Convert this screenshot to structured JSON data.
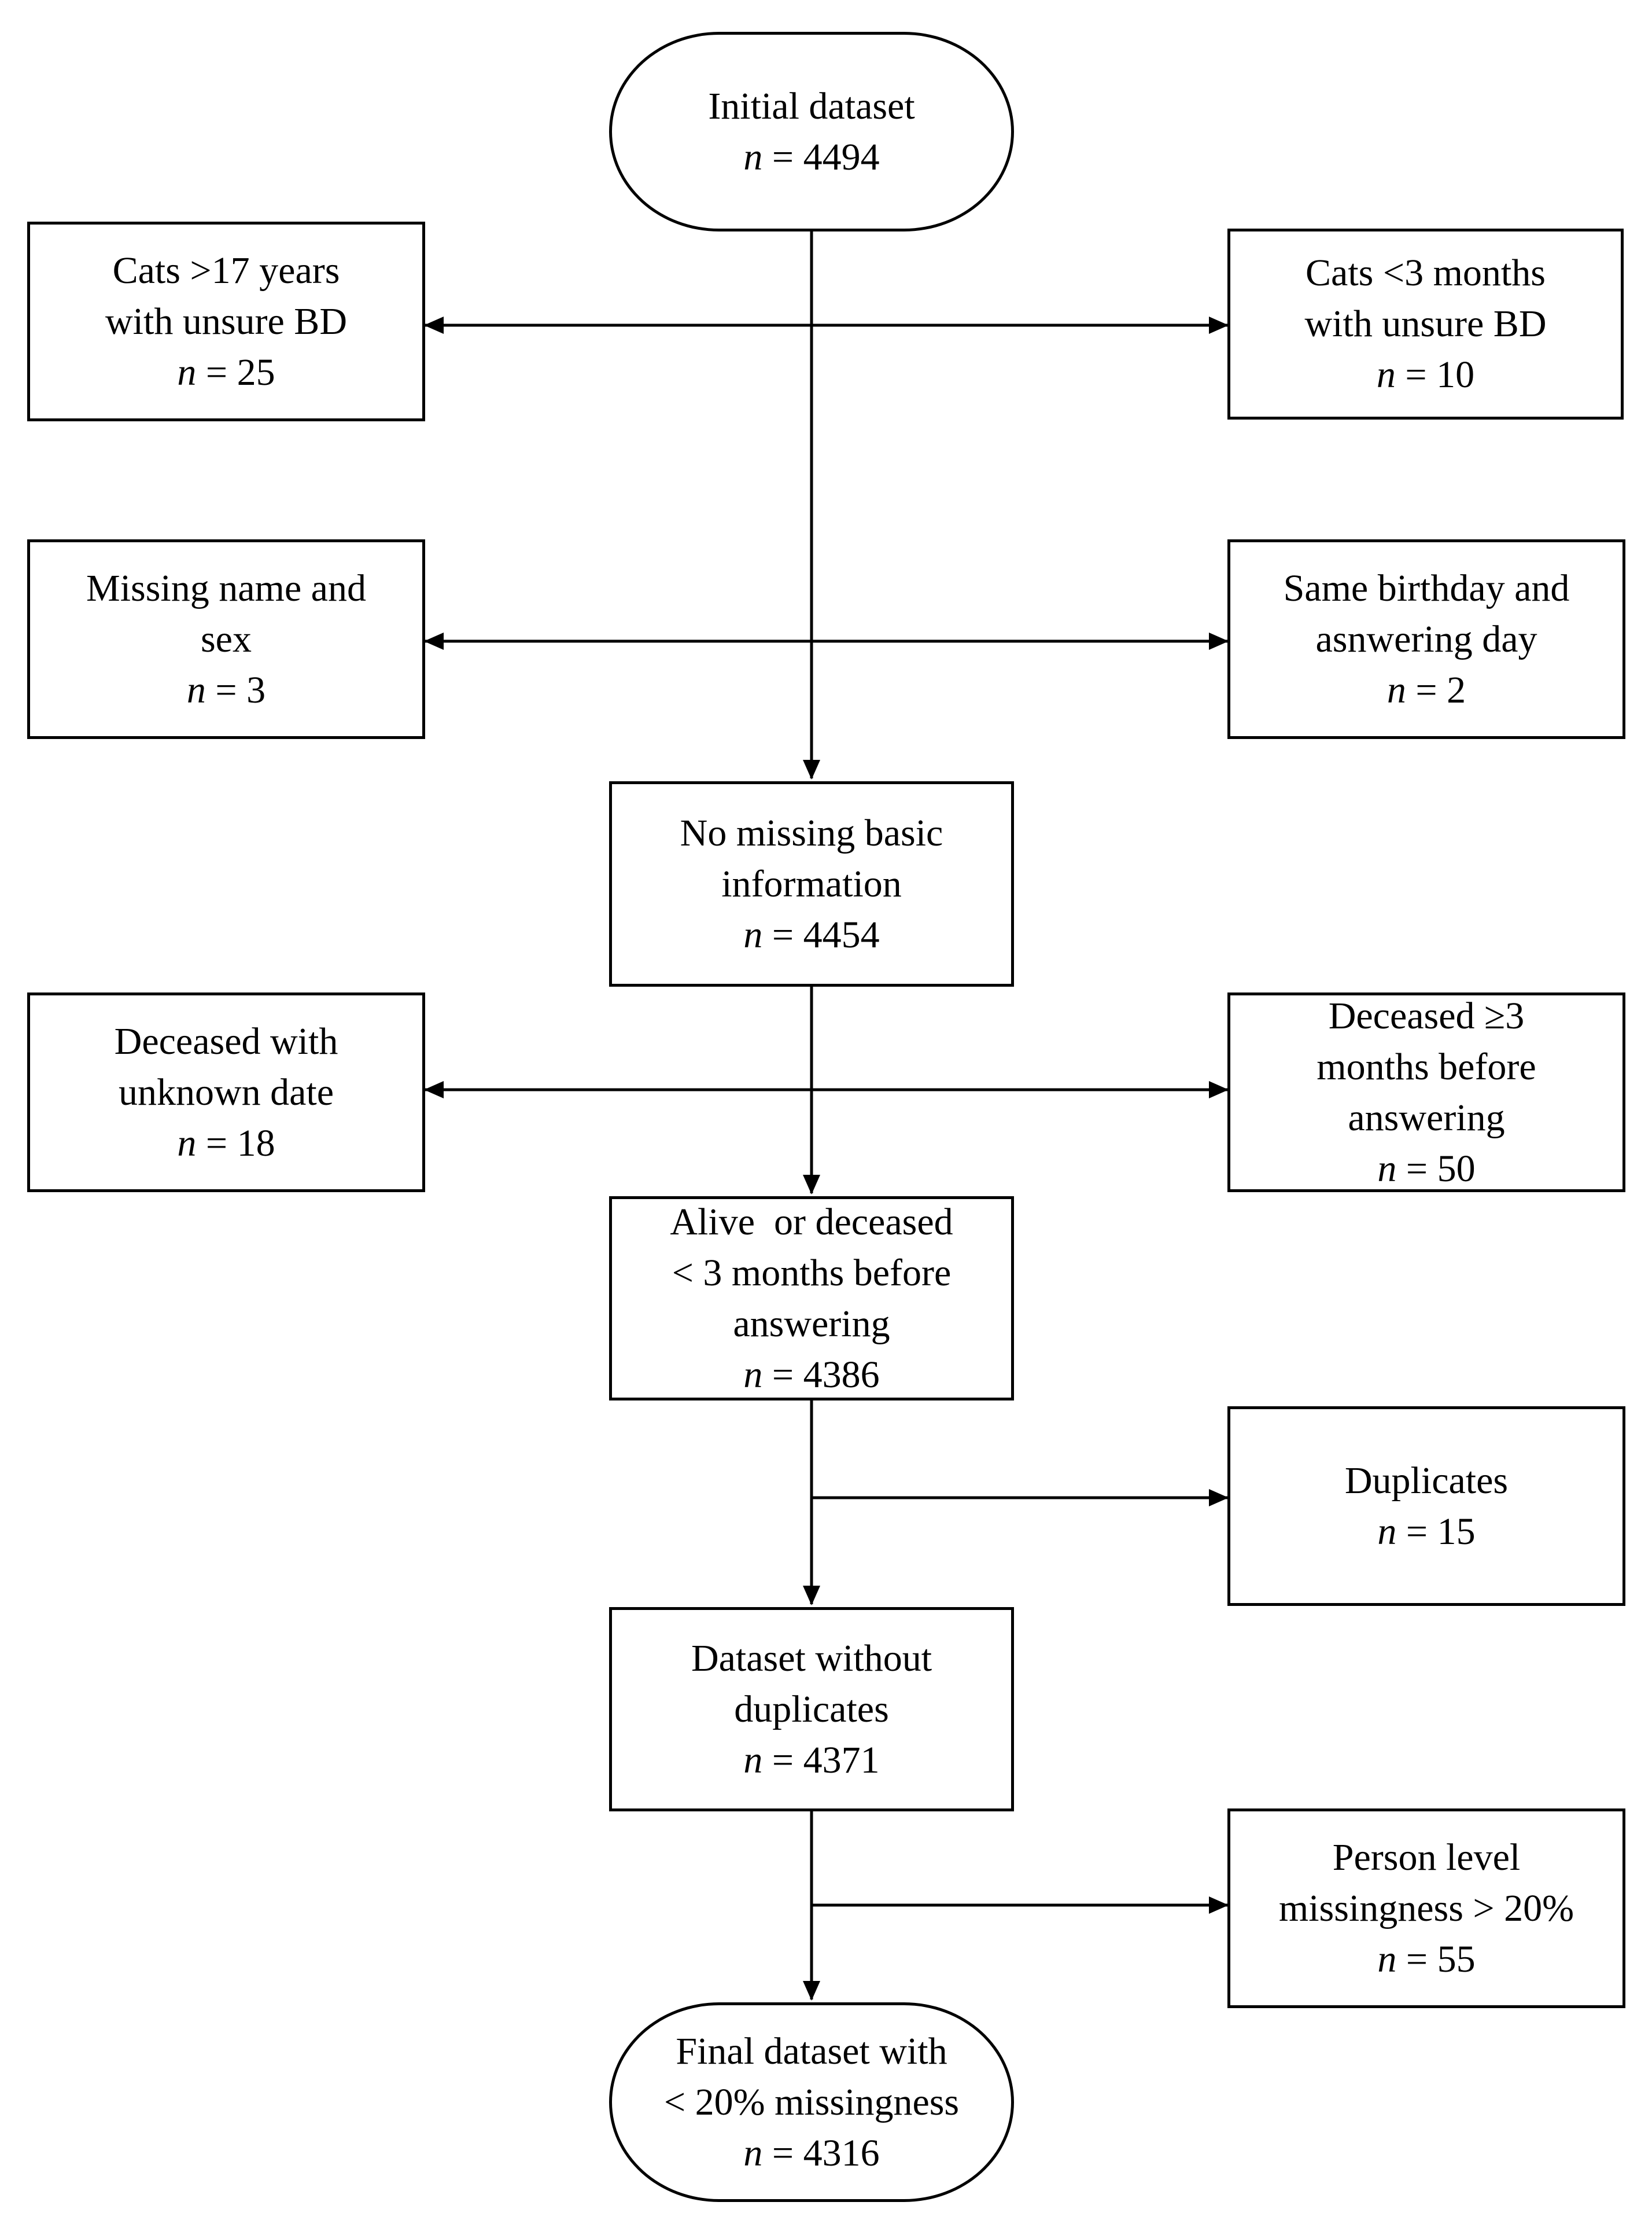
{
  "nodes": {
    "initial": {
      "lines": [
        "Initial dataset"
      ],
      "n_label": "n",
      "n_rest": " = 4494"
    },
    "cats_over_17": {
      "lines": [
        "Cats >17 years",
        "with unsure BD"
      ],
      "n_label": "n",
      "n_rest": " = 25"
    },
    "cats_under_3m": {
      "lines": [
        "Cats <3 months",
        "with unsure BD"
      ],
      "n_label": "n",
      "n_rest": " = 10"
    },
    "missing_name_sex": {
      "lines": [
        "Missing name and",
        "sex"
      ],
      "n_label": "n",
      "n_rest": " = 3"
    },
    "same_birthday": {
      "lines": [
        "Same birthday and",
        "asnwering day"
      ],
      "n_label": "n",
      "n_rest": " = 2"
    },
    "no_missing_basic": {
      "lines": [
        "No missing basic",
        "information"
      ],
      "n_label": "n",
      "n_rest": " = 4454"
    },
    "deceased_unknown": {
      "lines": [
        "Deceased with",
        "unknown date"
      ],
      "n_label": "n",
      "n_rest": " = 18"
    },
    "deceased_3m_before": {
      "lines": [
        "Deceased ≥3",
        "months before",
        "answering"
      ],
      "n_label": "n",
      "n_rest": " = 50"
    },
    "alive_or_deceased": {
      "lines": [
        "Alive  or deceased",
        "< 3 months before",
        "answering"
      ],
      "n_label": "n",
      "n_rest": " = 4386"
    },
    "duplicates": {
      "lines": [
        "Duplicates"
      ],
      "n_label": "n",
      "n_rest": " = 15"
    },
    "without_duplicates": {
      "lines": [
        "Dataset without",
        "duplicates"
      ],
      "n_label": "n",
      "n_rest": " = 4371"
    },
    "person_missingness": {
      "lines": [
        "Person level",
        "missingness > 20%"
      ],
      "n_label": "n",
      "n_rest": " = 55"
    },
    "final": {
      "lines": [
        "Final dataset with",
        "< 20% missingness"
      ],
      "n_label": "n",
      "n_rest": " = 4316"
    }
  }
}
